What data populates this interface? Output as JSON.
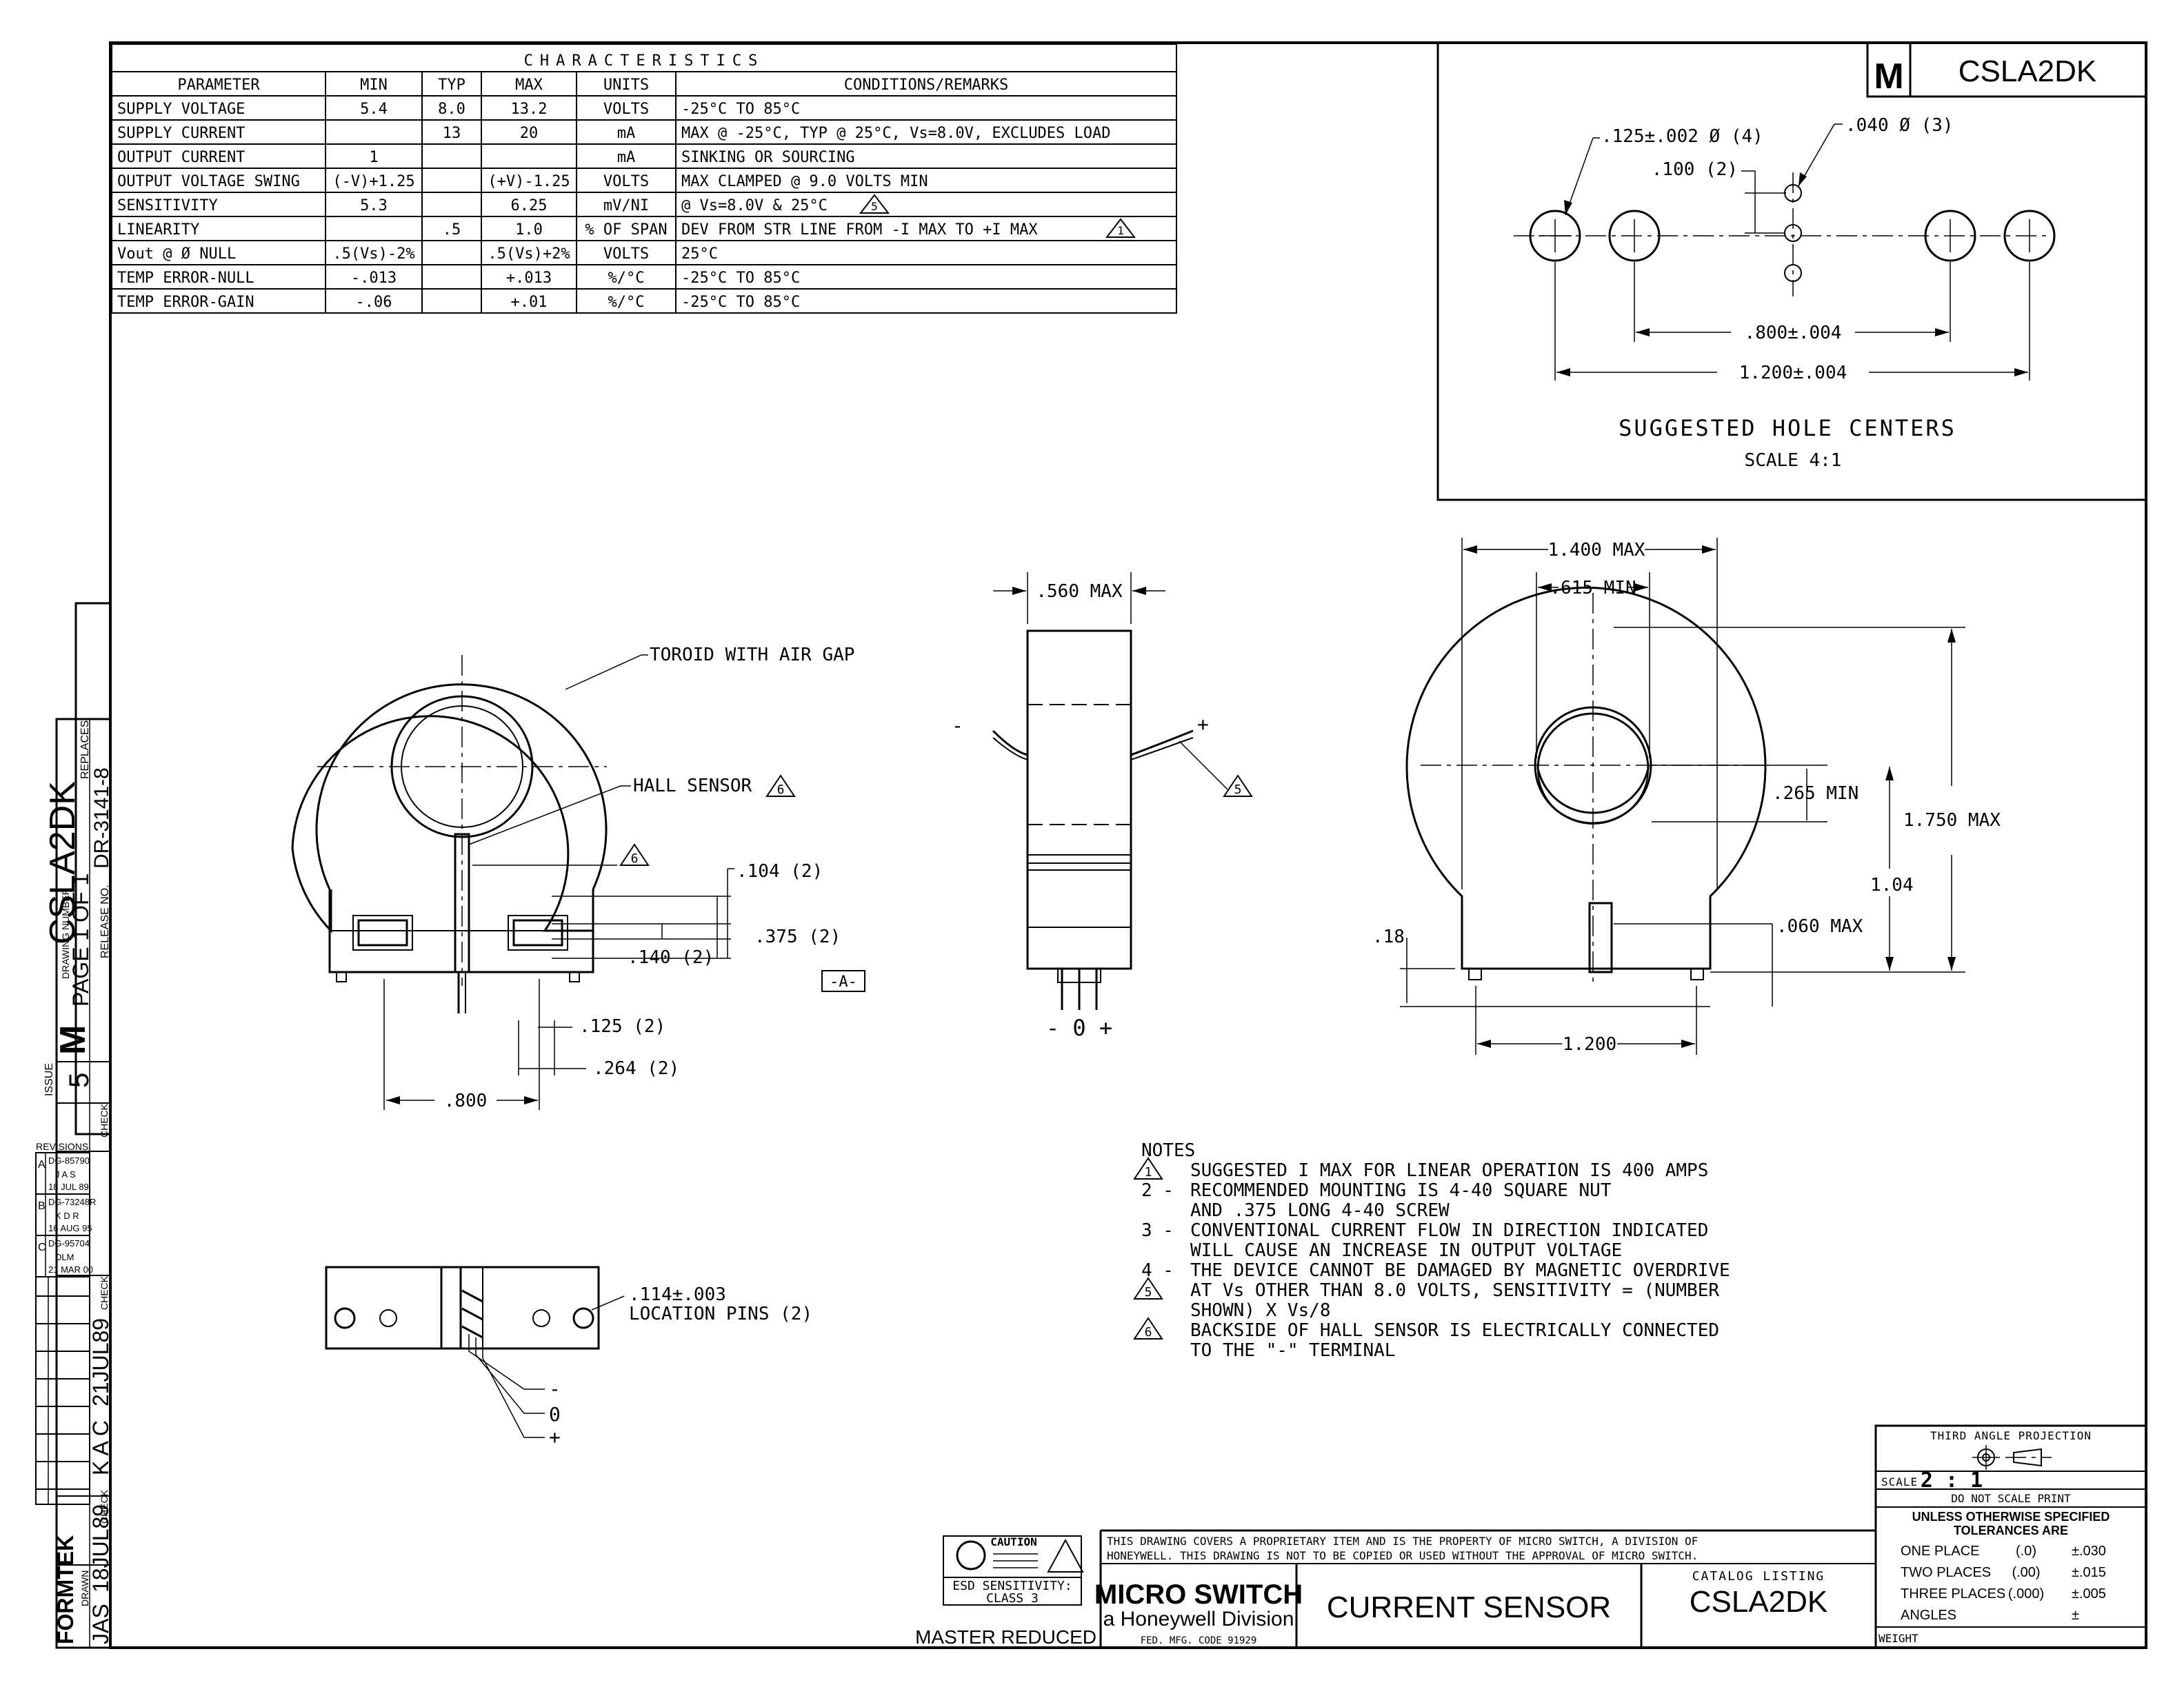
{
  "title_block": {
    "logo_letter": "M",
    "part_number": "CSLA2DK",
    "description": "CURRENT SENSOR",
    "catalog_listing_label": "CATALOG LISTING",
    "catalog_listing": "CSLA2DK",
    "company": "MICRO SWITCH",
    "division": "a Honeywell Division",
    "fed_code": "FED. MFG. CODE 91929",
    "proprietary_1": "THIS DRAWING COVERS A PROPRIETARY ITEM AND IS THE PROPERTY OF MICRO SWITCH, A DIVISION OF",
    "proprietary_2": "HONEYWELL. THIS DRAWING IS NOT TO BE COPIED OR USED WITHOUT THE APPROVAL OF MICRO SWITCH.",
    "master_reduced": "MASTER REDUCED",
    "esd_caution": "CAUTION",
    "esd_sensitivity": "ESD SENSITIVITY:",
    "esd_class": "CLASS 3",
    "projection": "THIRD ANGLE PROJECTION",
    "scale_label": "SCALE",
    "scale_value": "2 : 1",
    "do_not_scale": "DO NOT SCALE PRINT",
    "tol_header_1": "UNLESS OTHERWISE SPECIFIED",
    "tol_header_2": "TOLERANCES ARE",
    "tolerances": [
      {
        "label": "ONE PLACE",
        "fmt": "(.0)",
        "tol": "±.030"
      },
      {
        "label": "TWO PLACES",
        "fmt": "(.00)",
        "tol": "±.015"
      },
      {
        "label": "THREE PLACES",
        "fmt": "(.000)",
        "tol": "±.005"
      },
      {
        "label": "ANGLES",
        "fmt": "",
        "tol": "±"
      }
    ],
    "weight_label": "WEIGHT"
  },
  "side_strip": {
    "drawing_number_label": "DRAWING NUMBER",
    "drawing_number": "CSLA2DK",
    "page": "PAGE 1 OF 1",
    "release_label": "RELEASE NO.",
    "release": "DR-3141-8",
    "replaces_label": "REPLACES",
    "issue_label": "ISSUE",
    "issue": "5",
    "check_label": "CHECK",
    "revisions_label": "REVISIONS",
    "revisions": [
      {
        "rev": "A",
        "text": "DG-85790",
        "who": "J A S",
        "date": "18 JUL 89"
      },
      {
        "rev": "B",
        "text": "DG-73248R",
        "who": "K D R",
        "date": "16 AUG 95"
      },
      {
        "rev": "C",
        "text": "DG-95704",
        "who": "DLM",
        "date": "21 MAR 00"
      }
    ],
    "drawn_label": "DRAWN",
    "drawn_by": "JAS",
    "drawn_date": "18JUL89",
    "checked_by": "K A C",
    "checked_date": "21JUL89",
    "formtek": "FORMTEK"
  },
  "characteristics": {
    "title": "CHARACTERISTICS",
    "headers": [
      "PARAMETER",
      "MIN",
      "TYP",
      "MAX",
      "UNITS",
      "CONDITIONS/REMARKS"
    ],
    "rows": [
      [
        "SUPPLY VOLTAGE",
        "5.4",
        "8.0",
        "13.2",
        "VOLTS",
        "-25°C TO 85°C"
      ],
      [
        "SUPPLY CURRENT",
        "",
        "13",
        "20",
        "mA",
        "MAX @ -25°C, TYP @ 25°C, Vs=8.0V, EXCLUDES LOAD"
      ],
      [
        "OUTPUT CURRENT",
        "1",
        "",
        "",
        "mA",
        "SINKING OR SOURCING"
      ],
      [
        "OUTPUT VOLTAGE SWING",
        "(-V)+1.25",
        "",
        "(+V)-1.25",
        "VOLTS",
        "MAX CLAMPED @ 9.0 VOLTS MIN"
      ],
      [
        "SENSITIVITY",
        "5.3",
        "",
        "6.25",
        "mV/NI",
        "@ Vs=8.0V & 25°C"
      ],
      [
        "LINEARITY",
        "",
        ".5",
        "1.0",
        "% OF SPAN",
        "DEV FROM STR LINE FROM -I MAX TO +I MAX"
      ],
      [
        "Vout @ Ø NULL",
        ".5(Vs)-2%",
        "",
        ".5(Vs)+2%",
        "VOLTS",
        "25°C"
      ],
      [
        "TEMP ERROR-NULL",
        "-.013",
        "",
        "+.013",
        "%/°C",
        "-25°C TO 85°C"
      ],
      [
        "TEMP ERROR-GAIN",
        "-.06",
        "",
        "+.01",
        "%/°C",
        "-25°C TO 85°C"
      ]
    ],
    "row_flags": [
      "",
      "",
      "",
      "",
      "5",
      "1",
      "",
      "",
      ""
    ]
  },
  "hole_pattern": {
    "title": "SUGGESTED HOLE CENTERS",
    "scale": "SCALE 4:1",
    "dim_large_hole": ".125±.002 Ø (4)",
    "dim_small_hole": ".040 Ø (3)",
    "dim_pitch": ".100 (2)",
    "dim_inner": ".800±.004",
    "dim_outer": "1.200±.004"
  },
  "front_view": {
    "label_toroid": "TOROID WITH AIR GAP",
    "label_hall": "HALL SENSOR",
    "flag_hall": "6",
    "flag_backside": "6",
    "dim_104": ".104 (2)",
    "dim_375": ".375 (2)",
    "dim_140": ".140 (2)",
    "datum_a": "-A-",
    "dim_125": ".125 (2)",
    "dim_264": ".264 (2)",
    "dim_800": ".800"
  },
  "side_view": {
    "dim_width": ".560 MAX",
    "minus": "-",
    "plus": "+",
    "flag_current": "5",
    "pins": "- 0 +"
  },
  "right_view": {
    "dim_1400": "1.400 MAX",
    "dim_615": ".615 MIN",
    "dim_265": ".265 MIN",
    "dim_1750": "1.750 MAX",
    "dim_104": "1.04",
    "dim_060": ".060 MAX",
    "dim_18": ".18",
    "dim_1200": "1.200"
  },
  "bottom_view": {
    "pin_dim": ".114±.003",
    "pin_label": "LOCATION PINS (2)",
    "lead_minus": "-",
    "lead_zero": "0",
    "lead_plus": "+"
  },
  "notes": {
    "title": "NOTES",
    "items": [
      {
        "mark": "1",
        "flag": true,
        "lines": [
          "SUGGESTED I MAX FOR LINEAR OPERATION IS 400 AMPS"
        ]
      },
      {
        "mark": "2 -",
        "flag": false,
        "lines": [
          "RECOMMENDED MOUNTING IS 4-40 SQUARE NUT",
          "AND .375 LONG 4-40 SCREW"
        ]
      },
      {
        "mark": "3 -",
        "flag": false,
        "lines": [
          "CONVENTIONAL CURRENT FLOW IN DIRECTION INDICATED",
          "WILL CAUSE AN INCREASE IN OUTPUT VOLTAGE"
        ]
      },
      {
        "mark": "4 -",
        "flag": false,
        "lines": [
          "THE DEVICE CANNOT BE DAMAGED BY MAGNETIC OVERDRIVE"
        ]
      },
      {
        "mark": "5",
        "flag": true,
        "lines": [
          "AT Vs OTHER THAN 8.0 VOLTS, SENSITIVITY = (NUMBER",
          "SHOWN) X Vs/8"
        ]
      },
      {
        "mark": "6",
        "flag": true,
        "lines": [
          "BACKSIDE OF HALL SENSOR IS ELECTRICALLY CONNECTED",
          "TO THE \"-\" TERMINAL"
        ]
      }
    ]
  }
}
